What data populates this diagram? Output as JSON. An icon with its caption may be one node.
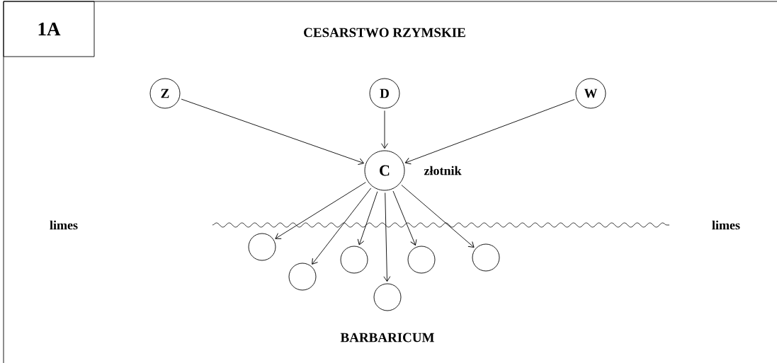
{
  "diagram": {
    "title": "CESARSTWO RZYMSKIE",
    "nodes": [
      {
        "text": [
          "1A"
        ]
      },
      {
        "text": [
          "Z"
        ]
      },
      {
        "text": [
          "D"
        ]
      },
      {
        "text": [
          "W"
        ]
      },
      {
        "text": [
          "C"
        ],
        "beside": [
          "złotnik"
        ]
      },
      {
        "text": [],
        "shape": "circle"
      },
      {
        "text": [],
        "shape": "circle"
      },
      {
        "text": [],
        "shape": "circle"
      },
      {
        "text": [],
        "shape": "circle"
      },
      {
        "text": [],
        "shape": "circle"
      },
      {
        "text": [],
        "shape": "circle"
      }
    ],
    "edges": [
      {
        "from": 1,
        "to": 4,
        "arrow": "to"
      },
      {
        "from": 2,
        "to": 4,
        "arrow": "to"
      },
      {
        "from": 3,
        "to": 4,
        "arrow": "to"
      },
      {
        "from": 4,
        "to": 5,
        "arrow": "to"
      },
      {
        "from": 4,
        "to": 6,
        "arrow": "to"
      },
      {
        "from": 4,
        "to": 7,
        "arrow": "to"
      },
      {
        "from": 4,
        "to": 8,
        "arrow": "to"
      },
      {
        "from": 4,
        "to": 9,
        "arrow": "to"
      },
      {
        "from": 4,
        "to": 10,
        "arrow": "to"
      }
    ],
    "labels": [
      "limes",
      "limes",
      "BARBARICUM"
    ]
  }
}
